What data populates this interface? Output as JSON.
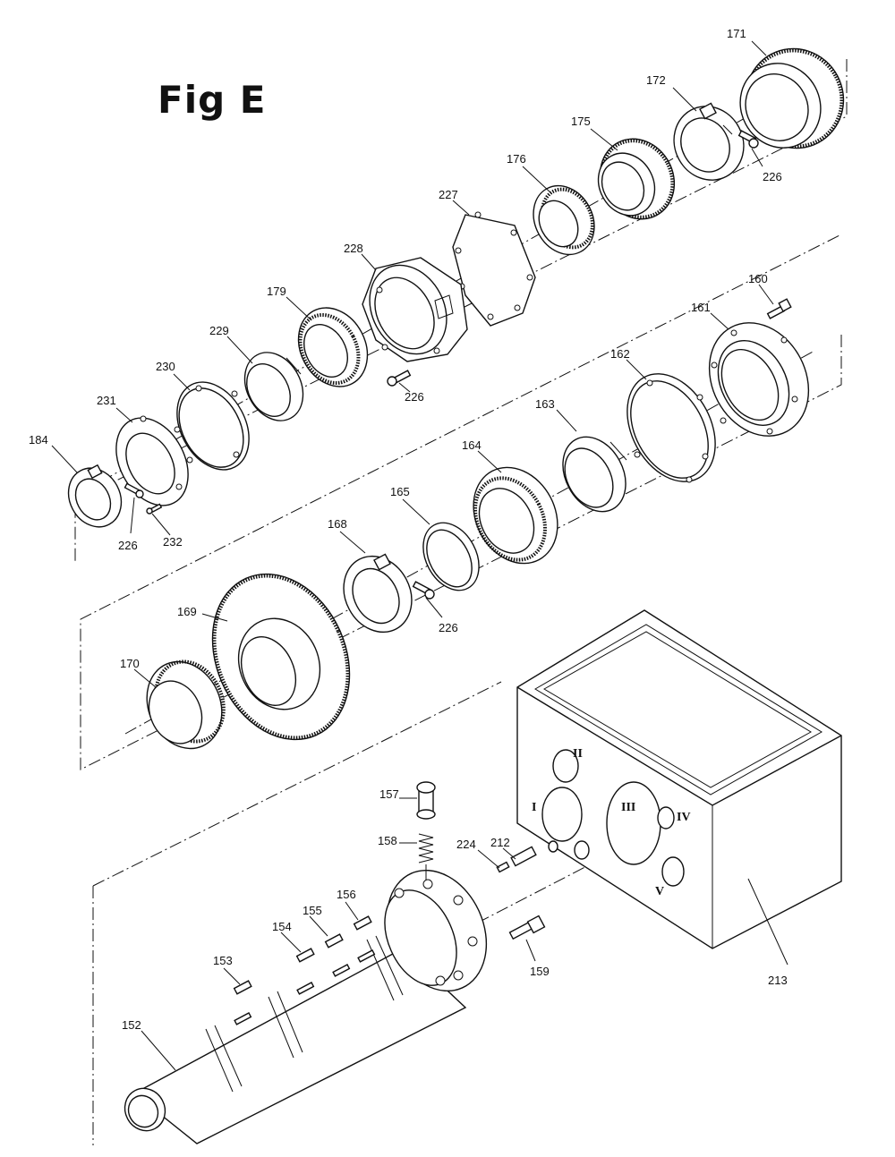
{
  "figure": {
    "title": "Fig E"
  },
  "callouts": [
    {
      "id": "171",
      "label": "171"
    },
    {
      "id": "172",
      "label": "172"
    },
    {
      "id": "175",
      "label": "175"
    },
    {
      "id": "226a",
      "label": "226"
    },
    {
      "id": "176",
      "label": "176"
    },
    {
      "id": "227",
      "label": "227"
    },
    {
      "id": "228",
      "label": "228"
    },
    {
      "id": "179",
      "label": "179"
    },
    {
      "id": "229",
      "label": "229"
    },
    {
      "id": "230",
      "label": "230"
    },
    {
      "id": "231",
      "label": "231"
    },
    {
      "id": "184",
      "label": "184"
    },
    {
      "id": "226b",
      "label": "226"
    },
    {
      "id": "232",
      "label": "232"
    },
    {
      "id": "226c",
      "label": "226"
    },
    {
      "id": "160",
      "label": "160"
    },
    {
      "id": "161",
      "label": "161"
    },
    {
      "id": "162",
      "label": "162"
    },
    {
      "id": "163",
      "label": "163"
    },
    {
      "id": "164",
      "label": "164"
    },
    {
      "id": "165",
      "label": "165"
    },
    {
      "id": "168",
      "label": "168"
    },
    {
      "id": "226d",
      "label": "226"
    },
    {
      "id": "169",
      "label": "169"
    },
    {
      "id": "170",
      "label": "170"
    },
    {
      "id": "157",
      "label": "157"
    },
    {
      "id": "158",
      "label": "158"
    },
    {
      "id": "224",
      "label": "224"
    },
    {
      "id": "212",
      "label": "212"
    },
    {
      "id": "156",
      "label": "156"
    },
    {
      "id": "155",
      "label": "155"
    },
    {
      "id": "154",
      "label": "154"
    },
    {
      "id": "153",
      "label": "153"
    },
    {
      "id": "152",
      "label": "152"
    },
    {
      "id": "159",
      "label": "159"
    },
    {
      "id": "213",
      "label": "213"
    }
  ],
  "housing_marks": {
    "I": "I",
    "II": "II",
    "III": "III",
    "IV": "IV",
    "V": "V"
  }
}
